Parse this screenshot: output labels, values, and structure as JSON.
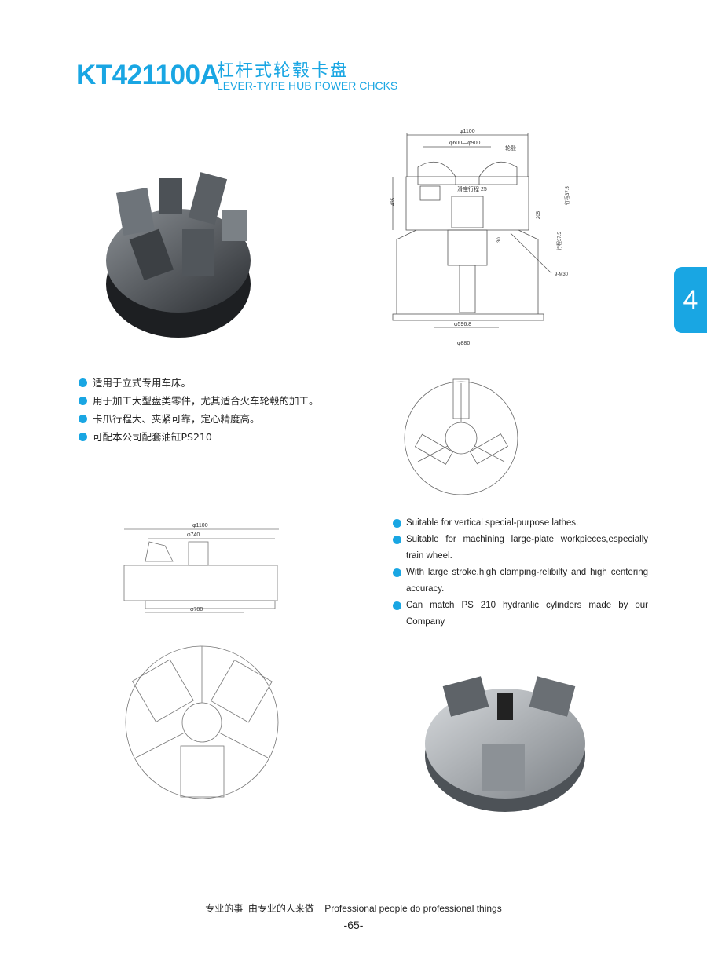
{
  "header": {
    "model": "KT421100A",
    "title_cn": "杠杆式轮毂卡盘",
    "title_en": "LEVER-TYPE  HUB POWER CHCKS"
  },
  "section_tab": "4",
  "features_cn": [
    "适用于立式专用车床。",
    "用于加工大型盘类零件，尤其适合火车轮毂的加工。",
    "卡爪行程大、夹紧可靠，定心精度高。",
    "可配本公司配套油缸PS210"
  ],
  "features_en": [
    "Suitable for vertical special-purpose lathes.",
    "Suitable for machining large-plate workpieces,especially train wheel.",
    "With large stroke,high clamping-relibilty and high centering accuracy.",
    "Can match PS 210 hydranlic cylinders made by our Company"
  ],
  "drawing_main": {
    "dim_overall": "φ1100",
    "dim_range": "φ600—φ900",
    "label_hub": "轮毂",
    "label_slide": "滑座行程 25",
    "dim_height": "435",
    "dim_205": "205",
    "dim_30": "30",
    "stroke_top": "行程37.5",
    "stroke_bottom": "行程37.5",
    "bolts": "9-M30",
    "dim_bottom1": "φ596.8",
    "dim_bottom2": "φ880"
  },
  "drawing_side": {
    "dim_overall": "φ1100",
    "dim_740": "φ740",
    "dim_780": "φ780"
  },
  "footer": {
    "slogan": "专业的事  由专业的人来做    Professional people do professional things",
    "page_number": "-65-"
  },
  "colors": {
    "accent": "#19a6e3"
  }
}
